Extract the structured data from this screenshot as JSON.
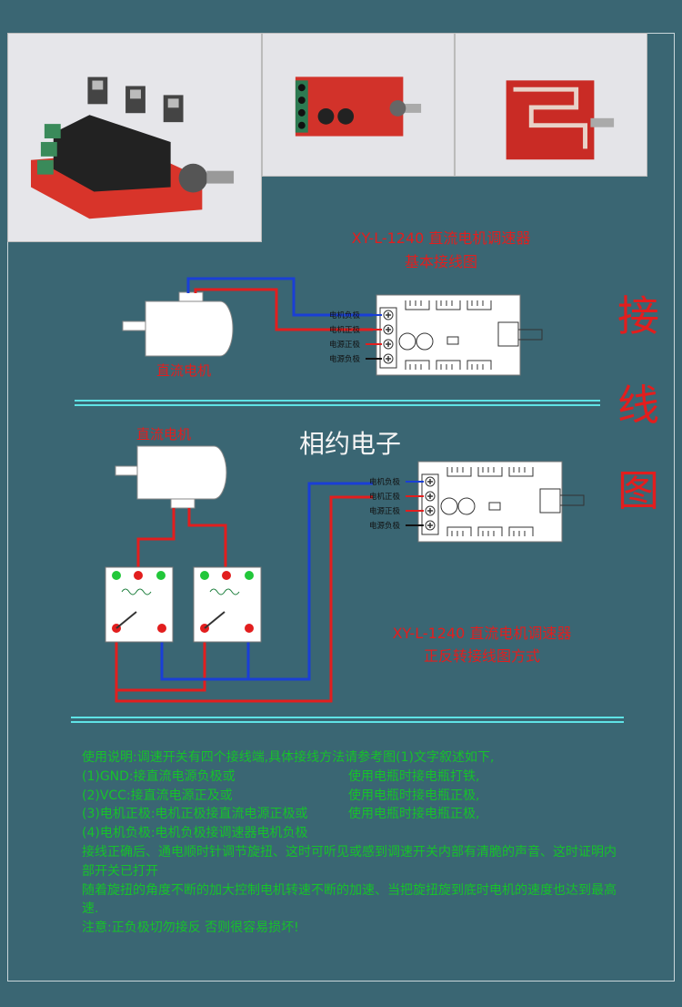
{
  "section1": {
    "title_line1": "XY-L-1240   直流电机调速器",
    "title_line2": "基本接线图",
    "motor_label": "直流电机",
    "terminals": [
      "电机负极",
      "电机正极",
      "电源正极",
      "电源负极"
    ]
  },
  "side_title": [
    "接",
    "线",
    "图"
  ],
  "brand": "相约电子",
  "section2": {
    "motor_label": "直流电机",
    "title_line1": "XY-L-1240   直流电机调速器",
    "title_line2": "正反转接线图方式",
    "terminals": [
      "电机负极",
      "电机正极",
      "电源正极",
      "电源负极"
    ]
  },
  "instructions": {
    "line1": "使用说明:调速开关有四个接线端,具体接线方法请参考图(1)文字叙述如下,",
    "line2a": "(1)GND:接直流电源负极或",
    "line2b": "使用电瓶时接电瓶打铁,",
    "line3a": "(2)VCC:接直流电源正及或",
    "line3b": "使用电瓶时接电瓶正极,",
    "line4a": "(3)电机正极:电机正极接直流电源正极或",
    "line4b": "使用电瓶时接电瓶正极,",
    "line5": "(4)电机负极:电机负极接调速器电机负极",
    "line6": "接线正确后、通电顺时针调节旋扭、这时可听见或感到调速开关内部有清脆的声音、这时证明内部开关已打开",
    "line7": "随着旋扭的角度不断的加大控制电机转速不断的加速、当把旋扭旋到底时电机的速度也达到最高速.",
    "line8": "注意:正负极切勿接反 否则很容易损坏!"
  },
  "colors": {
    "background": "#3a6673",
    "wire_red": "#e21e1e",
    "wire_blue": "#1a3fd6",
    "text_green": "#16c22a",
    "divider": "#5fe3e6"
  }
}
